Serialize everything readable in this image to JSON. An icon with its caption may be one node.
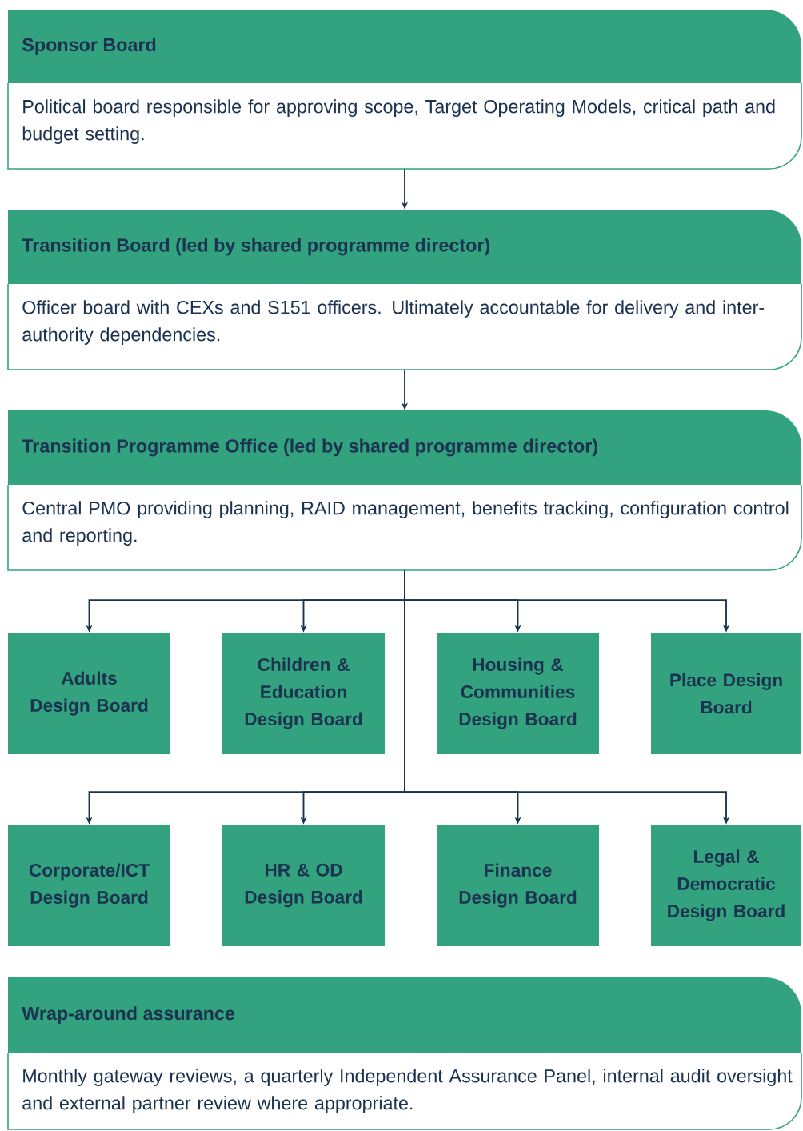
{
  "diagram": {
    "nodes": [
      {
        "text": [
          "Sponsor Board",
          "Political board responsible for approving scope, Target Operating Models, critical path and budget setting."
        ]
      },
      {
        "text": [
          "Transition Board (led by shared programme director)",
          "Officer board with CEXs and S151 officers. Ultimately accountable for delivery and inter-authority dependencies."
        ]
      },
      {
        "text": [
          "Transition Programme Office (led by shared programme director)",
          "Central PMO providing planning, RAID management, benefits tracking, configuration control and reporting."
        ]
      },
      {
        "text": [
          "Adults Design Board"
        ]
      },
      {
        "text": [
          "Children & Education Design Board"
        ]
      },
      {
        "text": [
          "Housing & Communities Design Board"
        ]
      },
      {
        "text": [
          "Place Design Board"
        ]
      },
      {
        "text": [
          "Corporate/ICT Design Board"
        ]
      },
      {
        "text": [
          "HR & OD Design Board"
        ]
      },
      {
        "text": [
          "Finance Design Board"
        ]
      },
      {
        "text": [
          "Legal & Democratic Design Board"
        ]
      },
      {
        "text": [
          "Wrap-around assurance",
          "Monthly gateway reviews, a quarterly Independent Assurance Panel, internal audit oversight and external partner review where appropriate."
        ]
      }
    ],
    "edges": [
      {
        "from": 0,
        "to": 1,
        "arrow": "to"
      },
      {
        "from": 1,
        "to": 2,
        "arrow": "to"
      },
      {
        "from": 2,
        "to": 3,
        "arrow": "to"
      },
      {
        "from": 2,
        "to": 4,
        "arrow": "to"
      },
      {
        "from": 2,
        "to": 5,
        "arrow": "to"
      },
      {
        "from": 2,
        "to": 6,
        "arrow": "to"
      },
      {
        "from": 2,
        "to": 7,
        "arrow": "to"
      },
      {
        "from": 2,
        "to": 8,
        "arrow": "to"
      },
      {
        "from": 2,
        "to": 9,
        "arrow": "to"
      },
      {
        "from": 2,
        "to": 10,
        "arrow": "to"
      }
    ]
  }
}
